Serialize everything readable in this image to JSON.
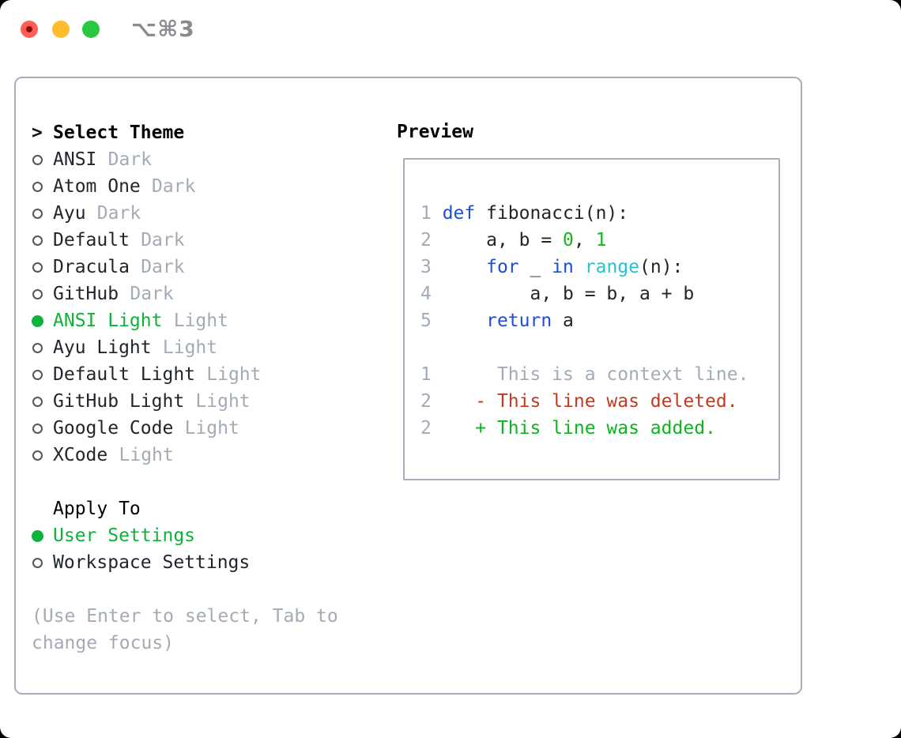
{
  "window": {
    "title": "⌥⌘3"
  },
  "colors": {
    "window_bg": "#ffffff",
    "border": "#a7afba",
    "text": "#21262c",
    "muted": "#a2abb6",
    "green_ui": "#0db338",
    "green_code": "#16b61e",
    "green_added": "#0db41d",
    "blue_keyword": "#1c4ed8",
    "cyan_function": "#27c4d0",
    "red_deleted": "#c23a1f",
    "circle_outline": "#50565e",
    "traffic_red": "#ff5f57",
    "traffic_red_dot": "#8a0f06",
    "traffic_yellow": "#febc2e",
    "traffic_green": "#28c840",
    "title_gray": "#8b8b90"
  },
  "theme_picker": {
    "header_marker": ">",
    "header": "Select Theme",
    "items": [
      {
        "label": "ANSI",
        "variant": "Dark",
        "selected": false
      },
      {
        "label": "Atom One",
        "variant": "Dark",
        "selected": false
      },
      {
        "label": "Ayu",
        "variant": "Dark",
        "selected": false
      },
      {
        "label": "Default",
        "variant": "Dark",
        "selected": false
      },
      {
        "label": "Dracula",
        "variant": "Dark",
        "selected": false
      },
      {
        "label": "GitHub",
        "variant": "Dark",
        "selected": false
      },
      {
        "label": "ANSI Light",
        "variant": "Light",
        "selected": true
      },
      {
        "label": "Ayu Light",
        "variant": "Light",
        "selected": false
      },
      {
        "label": "Default Light",
        "variant": "Light",
        "selected": false
      },
      {
        "label": "GitHub Light",
        "variant": "Light",
        "selected": false
      },
      {
        "label": "Google Code",
        "variant": "Light",
        "selected": false
      },
      {
        "label": "XCode",
        "variant": "Light",
        "selected": false
      }
    ]
  },
  "apply_to": {
    "header": "Apply To",
    "options": [
      {
        "label": "User Settings",
        "selected": true
      },
      {
        "label": "Workspace Settings",
        "selected": false
      }
    ]
  },
  "hint": {
    "line1": "(Use Enter to select, Tab to",
    "line2": "change focus)"
  },
  "preview": {
    "title": "Preview",
    "code_lines": [
      {
        "segments": [
          {
            "text": "1 ",
            "color": "muted"
          },
          {
            "text": "def",
            "color": "blue_keyword"
          },
          {
            "text": " fibonacci(n):",
            "color": "text"
          }
        ]
      },
      {
        "segments": [
          {
            "text": "2 ",
            "color": "muted"
          },
          {
            "text": "    a, b = ",
            "color": "text"
          },
          {
            "text": "0",
            "color": "green_code"
          },
          {
            "text": ", ",
            "color": "text"
          },
          {
            "text": "1",
            "color": "green_code"
          }
        ]
      },
      {
        "segments": [
          {
            "text": "3 ",
            "color": "muted"
          },
          {
            "text": "    ",
            "color": "text"
          },
          {
            "text": "for",
            "color": "blue_keyword"
          },
          {
            "text": " _ ",
            "color": "text"
          },
          {
            "text": "in",
            "color": "blue_keyword"
          },
          {
            "text": " ",
            "color": "text"
          },
          {
            "text": "range",
            "color": "cyan_function"
          },
          {
            "text": "(n):",
            "color": "text"
          }
        ]
      },
      {
        "segments": [
          {
            "text": "4 ",
            "color": "muted"
          },
          {
            "text": "        a, b = b, a + b",
            "color": "text"
          }
        ]
      },
      {
        "segments": [
          {
            "text": "5 ",
            "color": "muted"
          },
          {
            "text": "    ",
            "color": "text"
          },
          {
            "text": "return",
            "color": "blue_keyword"
          },
          {
            "text": " a",
            "color": "text"
          }
        ]
      },
      {
        "segments": []
      },
      {
        "segments": [
          {
            "text": "1 ",
            "color": "muted"
          },
          {
            "text": "     This is a context line.",
            "color": "muted"
          }
        ]
      },
      {
        "segments": [
          {
            "text": "2 ",
            "color": "muted"
          },
          {
            "text": "   ",
            "color": "text"
          },
          {
            "text": "- This line was deleted.",
            "color": "red_deleted"
          }
        ]
      },
      {
        "segments": [
          {
            "text": "2 ",
            "color": "muted"
          },
          {
            "text": "   ",
            "color": "text"
          },
          {
            "text": "+ This line was added.",
            "color": "green_added"
          }
        ]
      }
    ]
  }
}
